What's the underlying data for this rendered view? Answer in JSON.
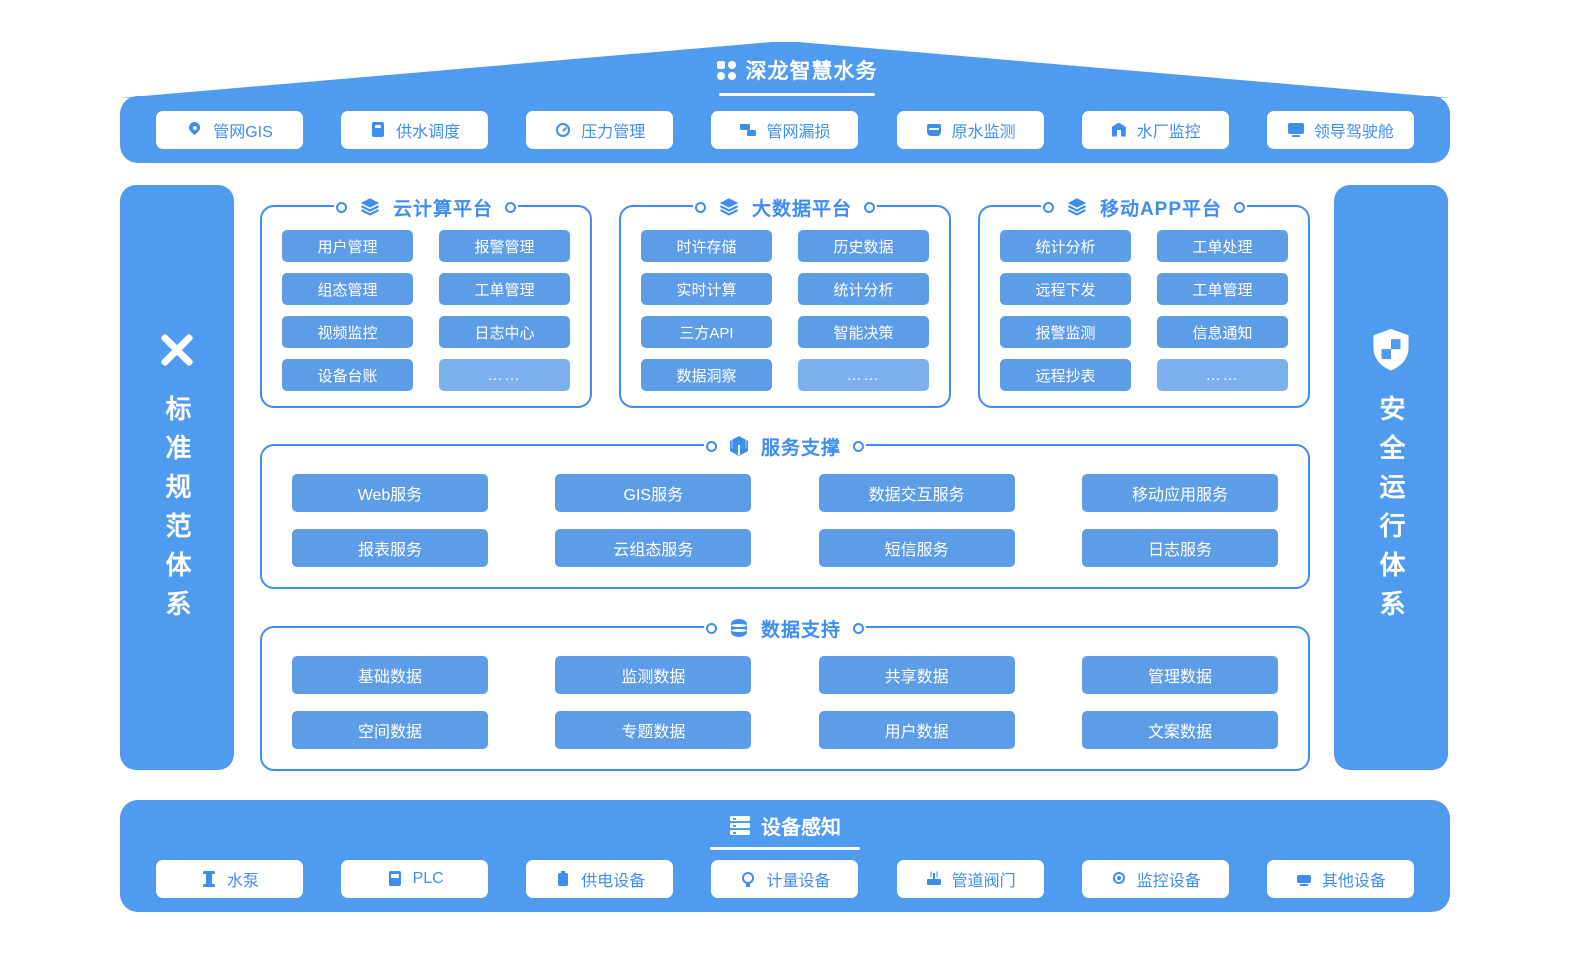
{
  "colors": {
    "bar_blue": "#4f9bf0",
    "item_blue": "#5d9ce6",
    "muted_item_blue": "#7cb0ee",
    "accent_blue": "#3e8ef0",
    "white": "#ffffff"
  },
  "brand": {
    "title": "深龙智慧水务",
    "logo_icon": "clover-logo-icon"
  },
  "header": {
    "apps": [
      {
        "label": "管网GIS",
        "icon": "map-pin-icon"
      },
      {
        "label": "供水调度",
        "icon": "dispatch-icon"
      },
      {
        "label": "压力管理",
        "icon": "gauge-icon"
      },
      {
        "label": "管网漏损",
        "icon": "pipe-icon"
      },
      {
        "label": "原水监测",
        "icon": "water-tank-icon"
      },
      {
        "label": "水厂监控",
        "icon": "plant-icon"
      },
      {
        "label": "领导驾驶舱",
        "icon": "dashboard-icon"
      }
    ]
  },
  "left_pillar": {
    "label": "标准规范体系",
    "icon": "ruler-pen-icon"
  },
  "right_pillar": {
    "label": "安全运行体系",
    "icon": "shield-icon"
  },
  "platforms": [
    {
      "title": "云计算平台",
      "icon": "layers-icon",
      "items": [
        "用户管理",
        "报警管理",
        "组态管理",
        "工单管理",
        "视频监控",
        "日志中心",
        "设备台账",
        "……"
      ]
    },
    {
      "title": "大数据平台",
      "icon": "layers-icon",
      "items": [
        "时许存储",
        "历史数据",
        "实时计算",
        "统计分析",
        "三方API",
        "智能决策",
        "数据洞察",
        "……"
      ]
    },
    {
      "title": "移动APP平台",
      "icon": "layers-icon",
      "items": [
        "统计分析",
        "工单处理",
        "远程下发",
        "工单管理",
        "报警监测",
        "信息通知",
        "远程抄表",
        "……"
      ]
    }
  ],
  "sections": [
    {
      "title": "服务支撑",
      "icon": "cube-icon",
      "items": [
        "Web服务",
        "GIS服务",
        "数据交互服务",
        "移动应用服务",
        "报表服务",
        "云组态服务",
        "短信服务",
        "日志服务"
      ]
    },
    {
      "title": "数据支持",
      "icon": "database-icon",
      "items": [
        "基础数据",
        "监测数据",
        "共享数据",
        "管理数据",
        "空间数据",
        "专题数据",
        "用户数据",
        "文案数据"
      ]
    }
  ],
  "footer": {
    "title": "设备感知",
    "icon": "server-icon",
    "devices": [
      {
        "label": "水泵",
        "icon": "pump-icon"
      },
      {
        "label": "PLC",
        "icon": "plc-icon"
      },
      {
        "label": "供电设备",
        "icon": "power-icon"
      },
      {
        "label": "计量设备",
        "icon": "meter-icon"
      },
      {
        "label": "管道阀门",
        "icon": "valve-icon"
      },
      {
        "label": "监控设备",
        "icon": "camera-icon"
      },
      {
        "label": "其他设备",
        "icon": "device-icon"
      }
    ]
  }
}
